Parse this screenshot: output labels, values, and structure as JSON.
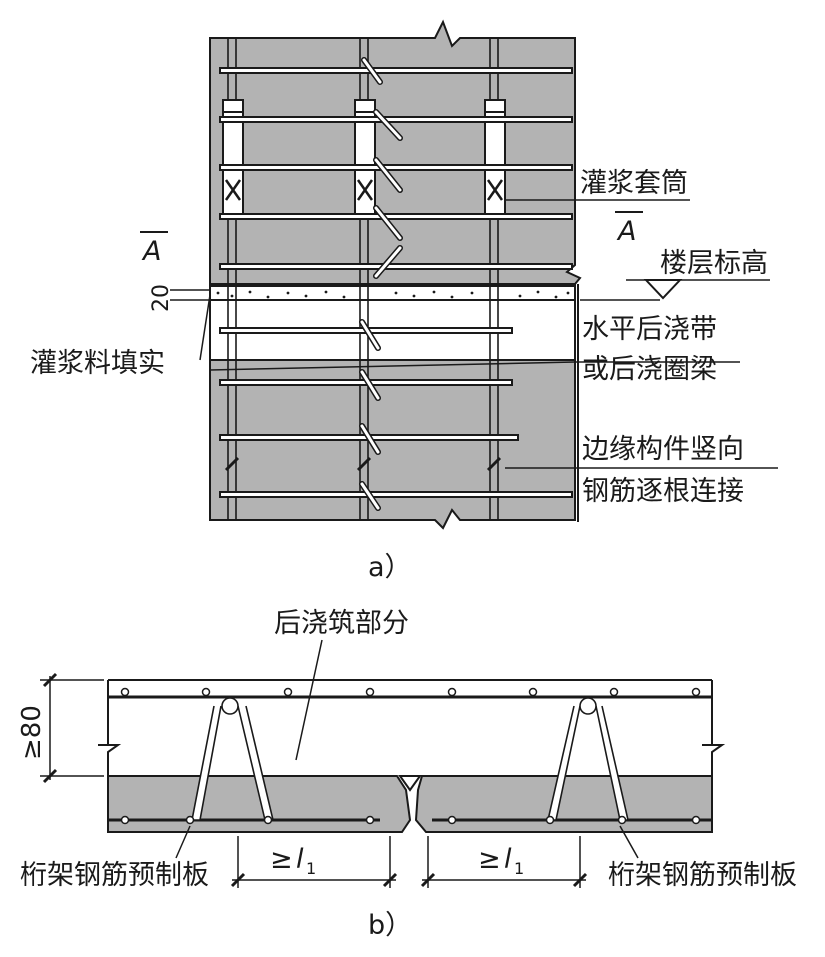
{
  "figure_a": {
    "caption": "a）",
    "labels": {
      "grout_sleeve": "灌浆套筒",
      "section_mark": "A",
      "floor_elevation": "楼层标高",
      "joint_dim_20": "20",
      "grout_fill": "灌浆料填实",
      "horizontal_band_1": "水平后浇带",
      "horizontal_band_2": "或后浇圈梁",
      "edge_member_1": "边缘构件竖向",
      "edge_member_2": "钢筋逐根连接"
    }
  },
  "figure_b": {
    "caption": "b）",
    "labels": {
      "cast_in_place": "后浇筑部分",
      "thickness": "≥80",
      "lap_left": "≥",
      "lap_right": "≥",
      "lap_symbol": "l",
      "lap_subscript": "1",
      "truss_slab_left": "桁架钢筋预制板",
      "truss_slab_right": "桁架钢筋预制板"
    }
  },
  "colors": {
    "concrete": "#b3b3b3",
    "line": "#1a1a1a",
    "background": "#ffffff"
  }
}
